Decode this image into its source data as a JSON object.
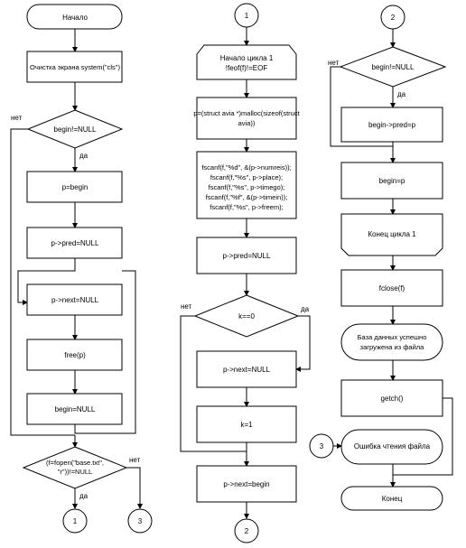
{
  "flowchart": {
    "col1": {
      "start": "Начало",
      "clear": "Очистка экрана system(\"cls\")",
      "cond_begin": "begin!=NULL",
      "no1": "нет",
      "yes1": "да",
      "p_begin": "p=begin",
      "pred_null": "p->pred=NULL",
      "next_null": "p->next=NULL",
      "free": "free(p)",
      "begin_null": "begin=NULL",
      "fopen_line1": "(f=fopen(\"base.txt\",",
      "fopen_line2": "\"r\"))!=NULL",
      "no2": "нет",
      "yes2": "да",
      "conn1": "1",
      "conn3": "3"
    },
    "col2": {
      "conn1": "1",
      "loop_line1": "Начало цикла 1",
      "loop_line2": "!feof(f)!=EOF",
      "malloc_line1": "p=(struct avia *)malloc(sizeof(struct",
      "malloc_line2": "avia))",
      "fscanf": [
        "fscanf(f,\"%d\", &(p->numreis));",
        "fscanf(f,\"%s\", p->place);",
        "fscanf(f,\"%s\", p->timego);",
        "fscanf(f,\"%f\", &(p->timein));",
        "fscanf(f,\"%s\", p->freem);"
      ],
      "pred_null": "p->pred=NULL",
      "cond_k": "k==0",
      "no": "нет",
      "yes": "да",
      "next_null": "p->next=NULL",
      "k1": "k=1",
      "next_begin": "p->next=begin",
      "conn2": "2"
    },
    "col3": {
      "conn2": "2",
      "cond_begin": "begin!=NULL",
      "no": "нет",
      "yes": "да",
      "pred_p": "begin->pred=p",
      "begin_p": "begin=p",
      "loop_end": "Конец цикла 1",
      "fclose": "fclose(f)",
      "success_line1": "База данных успешно",
      "success_line2": "загружена из файла",
      "getch": "getch()",
      "conn3": "3",
      "error": "Ошибка чтения файла",
      "end": "Конец"
    }
  }
}
